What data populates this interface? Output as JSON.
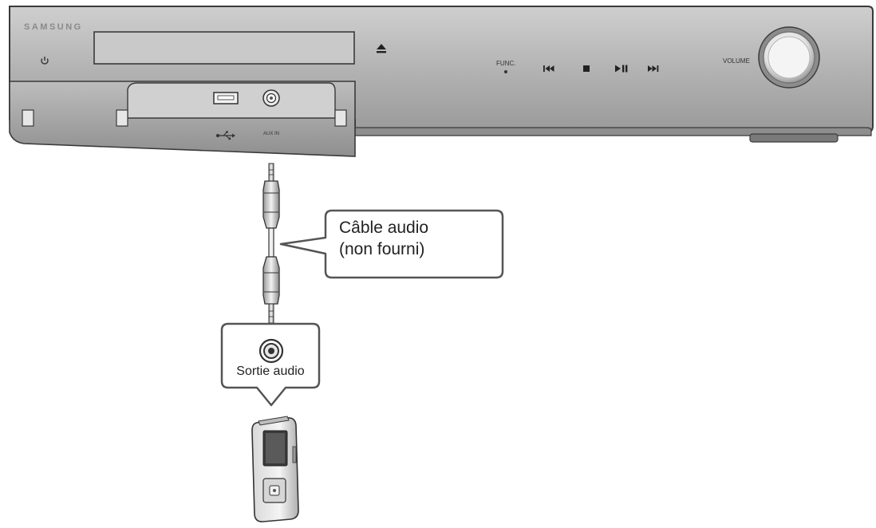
{
  "device": {
    "brand": "SAMSUNG",
    "func_label": "FUNC.",
    "volume_label": "VOLUME",
    "aux_label": "AUX IN"
  },
  "callout": {
    "line1": "Câble audio",
    "line2": "(non fourni)"
  },
  "player": {
    "output_label": "Sortie audio"
  },
  "colors": {
    "panel": "#a8a8a8",
    "panel_light": "#c4c4c4",
    "outline": "#3a3a3a",
    "bubble_fill": "#ffffff"
  },
  "icons": {
    "power": "power-icon",
    "eject": "eject-icon",
    "prev": "skip-back-icon",
    "stop": "stop-icon",
    "play_pause": "play-pause-icon",
    "next": "skip-forward-icon",
    "usb": "usb-icon"
  }
}
